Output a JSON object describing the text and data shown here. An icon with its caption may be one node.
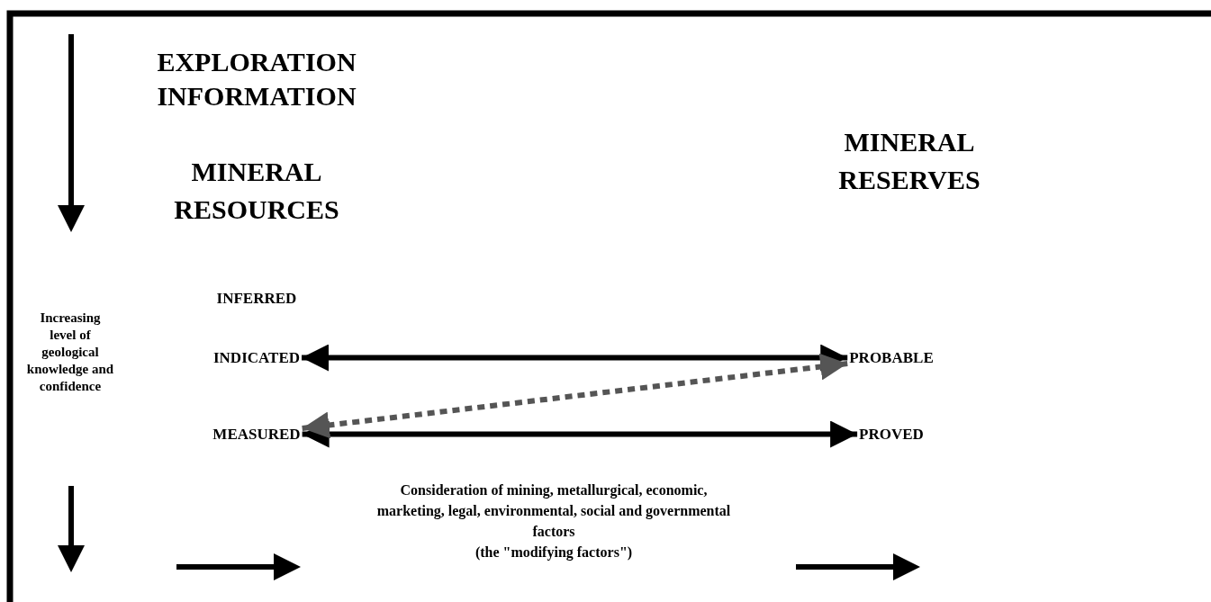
{
  "diagram": {
    "nodes": [
      {
        "text": [
          "INDICATED"
        ]
      },
      {
        "text": [
          "PROBABLE"
        ]
      },
      {
        "text": [
          "MEASURED"
        ]
      },
      {
        "text": [
          "PROVED"
        ]
      }
    ],
    "edges": [
      {
        "from": 0,
        "to": 1,
        "arrow": "both"
      },
      {
        "from": 2,
        "to": 3,
        "arrow": "both"
      },
      {
        "from": 2,
        "to": 1,
        "arrow": "both",
        "style": "dashed",
        "color": "#555555"
      }
    ],
    "labels": [
      "EXPLORATION INFORMATION",
      "MINERAL RESERVES",
      "MINERAL RESOURCES",
      "INFERRED",
      "Increasing level of geological knowledge and confidence",
      "Consideration of mining, metallurgical, economic, marketing, legal, environmental, social and governmental factors",
      "(the \"modifying factors\")"
    ]
  }
}
